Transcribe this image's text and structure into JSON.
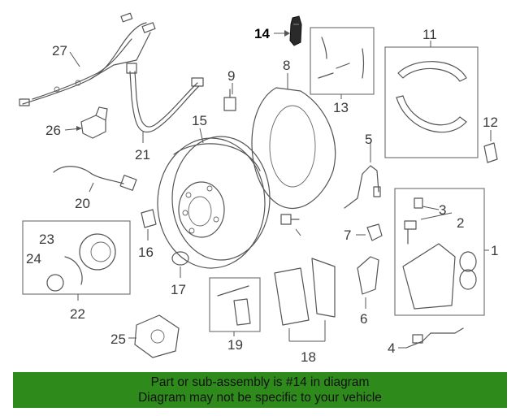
{
  "callouts": {
    "n1": "1",
    "n2": "2",
    "n3": "3",
    "n4": "4",
    "n5": "5",
    "n6": "6",
    "n7": "7",
    "n8": "8",
    "n9": "9",
    "n11": "11",
    "n12": "12",
    "n13": "13",
    "n14": "14",
    "n15": "15",
    "n16": "16",
    "n17": "17",
    "n18": "18",
    "n19": "19",
    "n20": "20",
    "n21": "21",
    "n22": "22",
    "n23": "23",
    "n24": "24",
    "n25": "25",
    "n26": "26",
    "n27": "27"
  },
  "highlighted_part": "14",
  "banner": {
    "line1": "Part or sub-assembly is #14 in diagram",
    "line2": "Diagram may not be specific to your vehicle",
    "background": "#2f8a1c"
  }
}
